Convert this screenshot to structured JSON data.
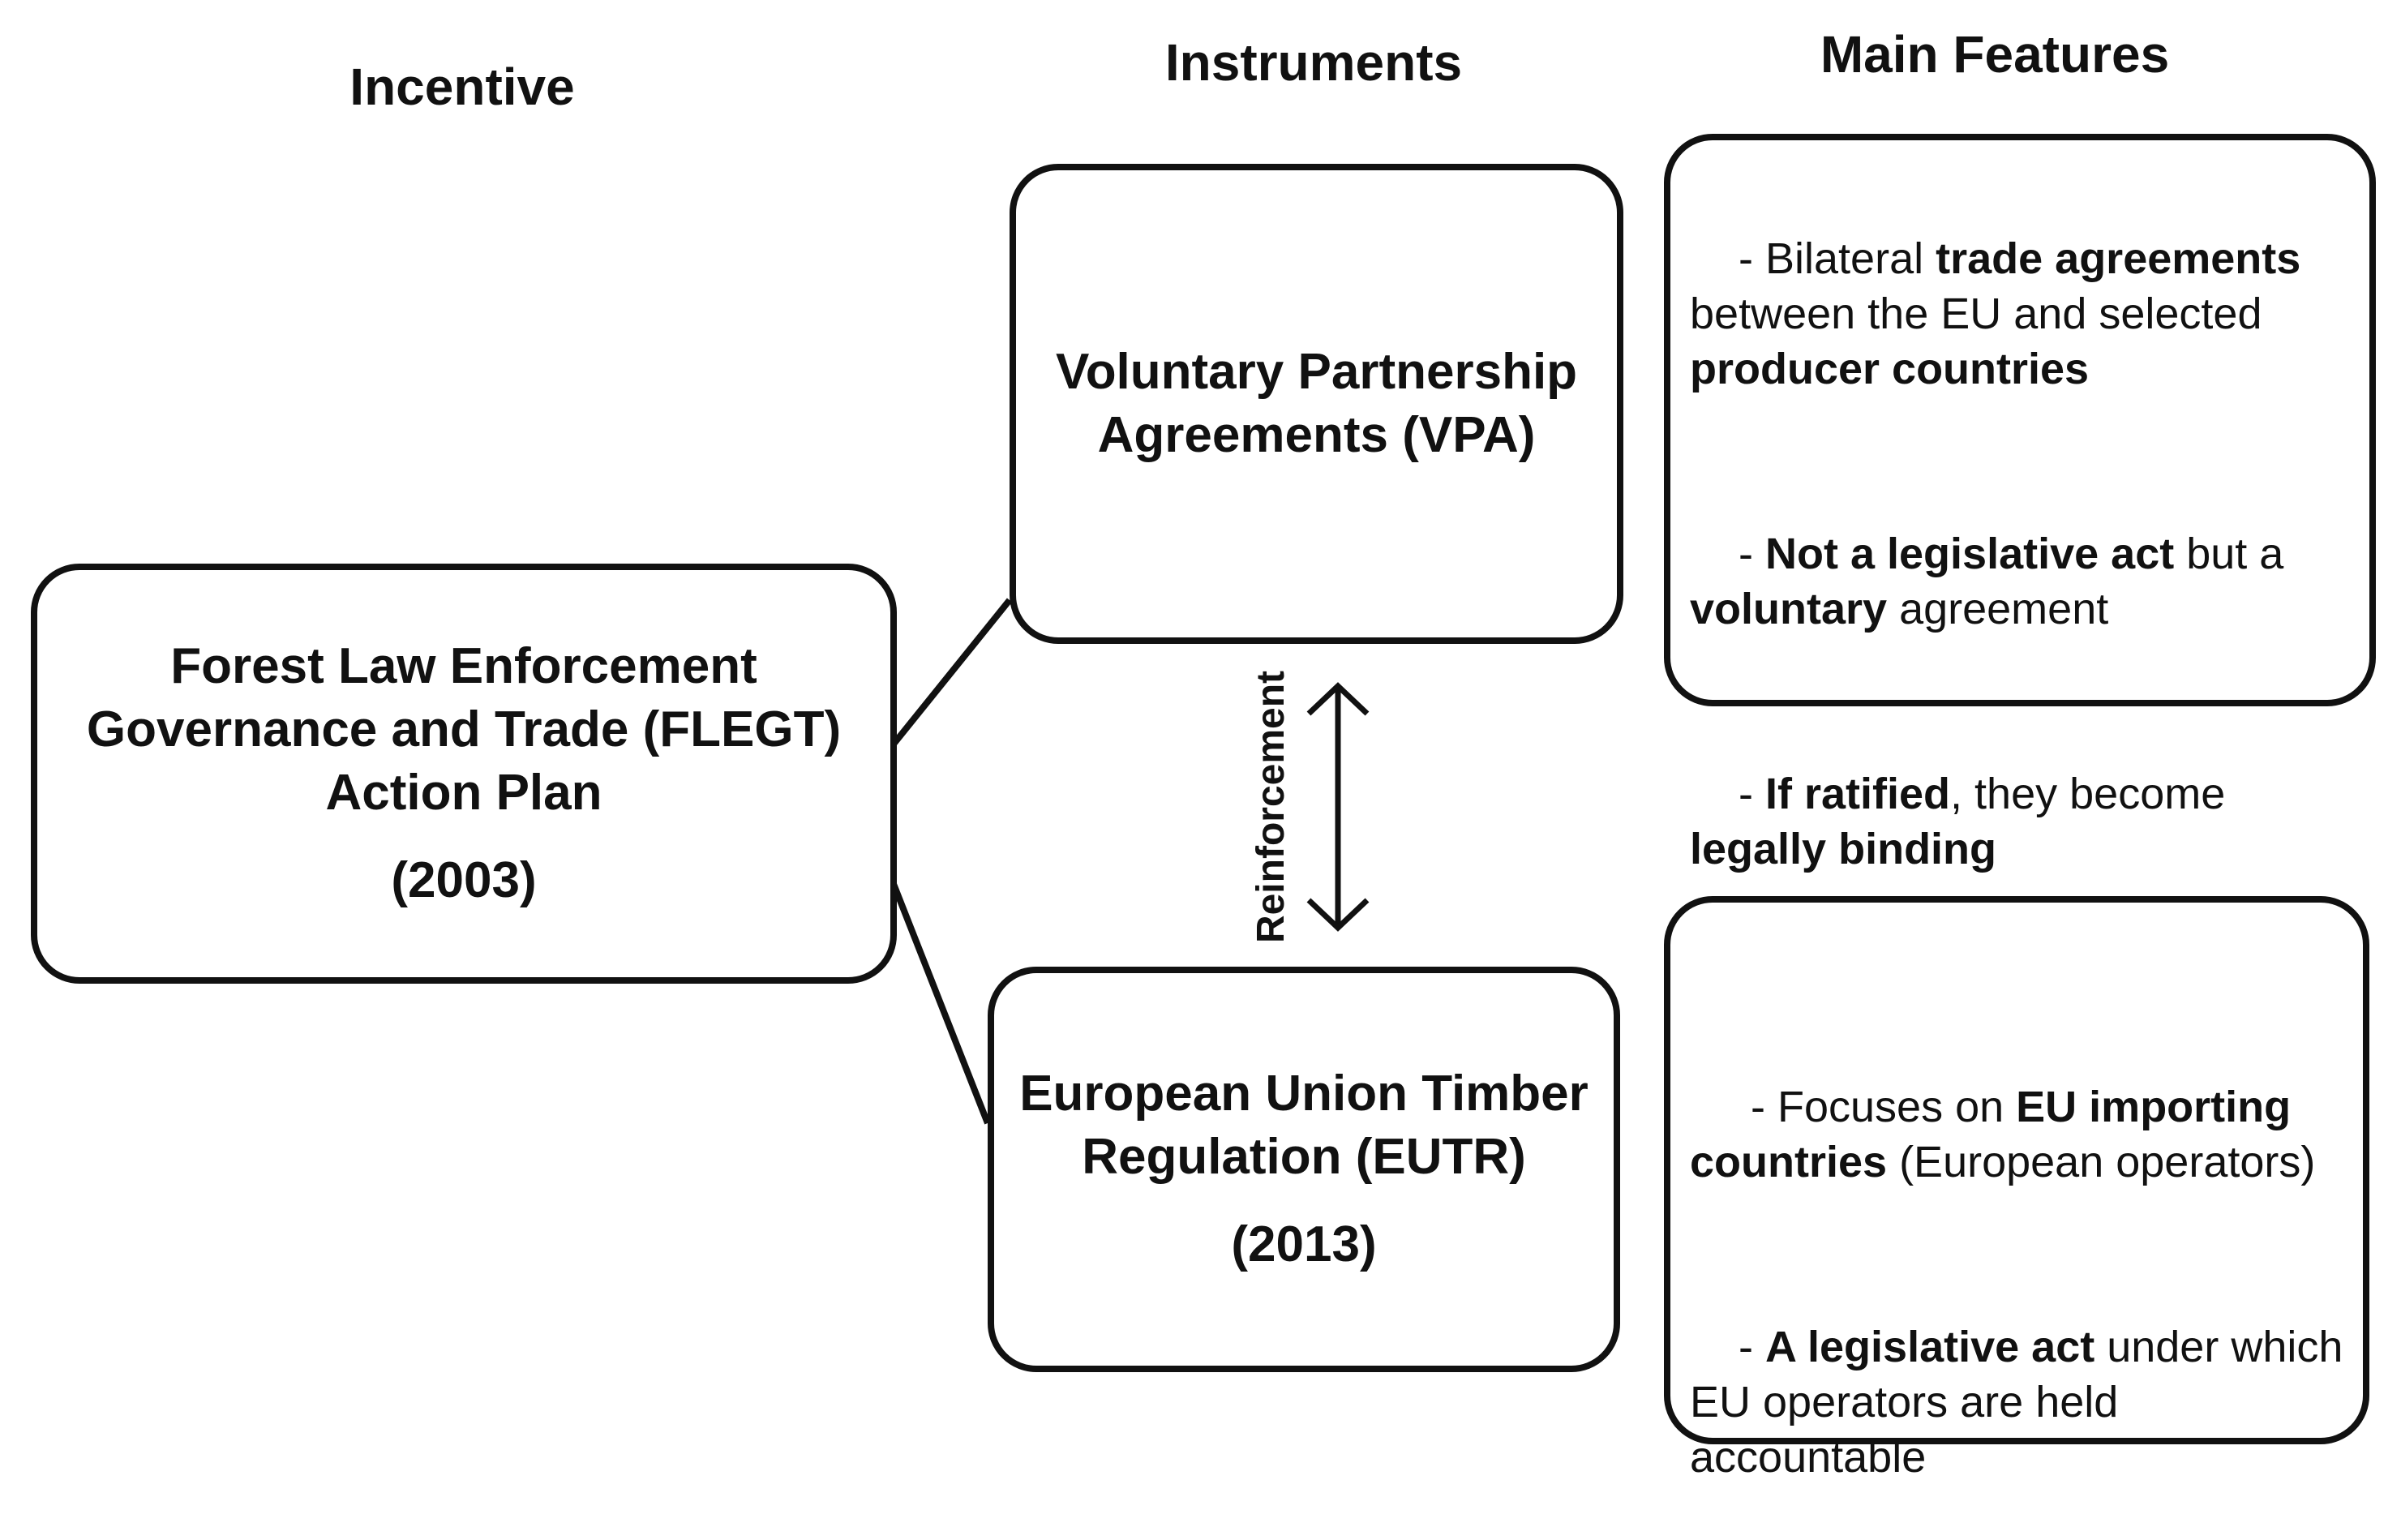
{
  "headers": {
    "incentive": "Incentive",
    "instruments": "Instruments",
    "features": "Main Features"
  },
  "flegt": {
    "line1": "Forest Law Enforcement",
    "line2": "Governance and Trade (FLEGT)",
    "line3": "Action Plan",
    "year": "(2003)"
  },
  "vpa": {
    "line1": "Voluntary Partnership",
    "line2": "Agreements (VPA)"
  },
  "eutr": {
    "line1": "European Union Timber",
    "line2": "Regulation (EUTR)",
    "year": "(2013)"
  },
  "reinforcement": "Reinforcement",
  "vpa_features": [
    [
      {
        "t": "- Bilateral ",
        "b": false
      },
      {
        "t": "trade agreements",
        "b": true
      },
      {
        "t": " between the EU and selected ",
        "b": false
      },
      {
        "t": "producer countries",
        "b": true
      }
    ],
    [
      {
        "t": "- ",
        "b": false
      },
      {
        "t": "Not a legislative act",
        "b": true
      },
      {
        "t": " but a ",
        "b": false
      },
      {
        "t": "voluntary",
        "b": true
      },
      {
        "t": " agreement",
        "b": false
      }
    ],
    [
      {
        "t": "- ",
        "b": false
      },
      {
        "t": "If ratified",
        "b": true
      },
      {
        "t": ", they become ",
        "b": false
      },
      {
        "t": "legally binding",
        "b": true
      }
    ]
  ],
  "eutr_features": [
    [
      {
        "t": " - Focuses on ",
        "b": false
      },
      {
        "t": "EU importing countries",
        "b": true
      },
      {
        "t": " (European operators)",
        "b": false
      }
    ],
    [
      {
        "t": "- ",
        "b": false
      },
      {
        "t": "A legislative act",
        "b": true
      },
      {
        "t": " under which EU operators are held accountable",
        "b": false
      }
    ]
  ]
}
